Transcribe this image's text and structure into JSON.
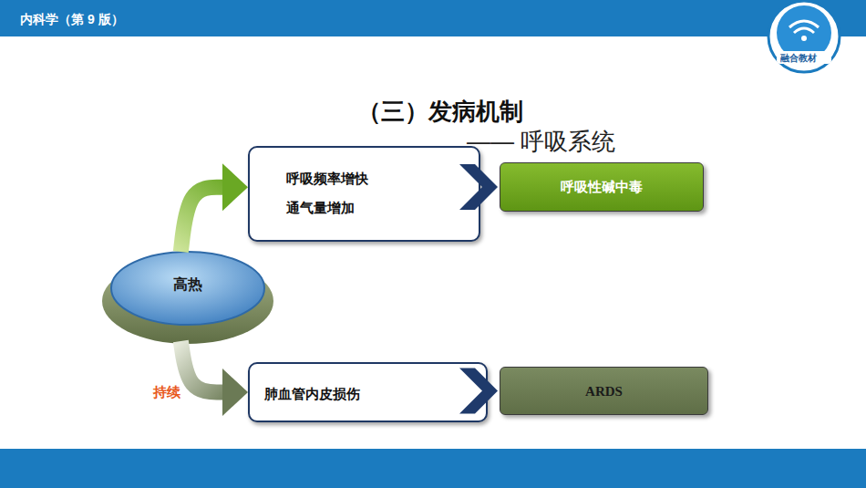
{
  "diagram": {
    "title": "（三）发病机制",
    "nodes": [
      {
        "text": [
          "呼吸频率增快",
          "通气量增加"
        ]
      },
      {
        "text": [
          "呼吸性碱中毒"
        ]
      },
      {
        "text": [
          "高热"
        ]
      },
      {
        "text": [
          "肺血管内皮损伤"
        ]
      },
      {
        "text": [
          "ARDS"
        ]
      }
    ],
    "edges": [
      {
        "from": 2,
        "to": 0,
        "arrow": "to"
      },
      {
        "from": 0,
        "to": 1,
        "arrow": "to"
      },
      {
        "from": 2,
        "to": 3,
        "arrow": "to",
        "label": "持续"
      },
      {
        "from": 3,
        "to": 4,
        "arrow": "to"
      }
    ],
    "labels": [
      "内科学（第 9 版）",
      "—— 呼吸系统",
      "融合教材"
    ]
  }
}
